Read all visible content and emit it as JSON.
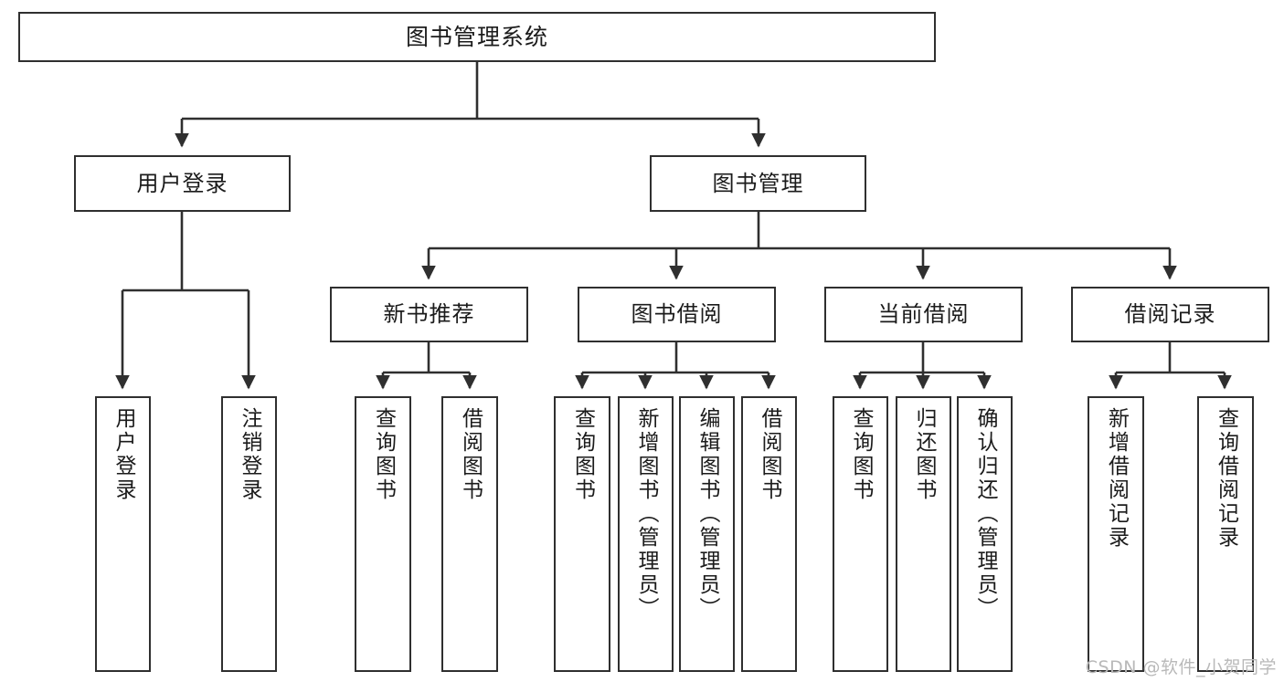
{
  "diagram": {
    "title": "图书管理系统",
    "type": "tree-hierarchy-diagram",
    "colors": {
      "box_border": "#2f2f2f",
      "box_fill": "#ffffff",
      "edge": "#2f2f2f",
      "text": "#1b1b1b",
      "watermark": "#b9b9b9",
      "background": "#ffffff"
    }
  },
  "nodes": {
    "root": {
      "label": "图书管理系统"
    },
    "level2": [
      {
        "label": "用户登录"
      },
      {
        "label": "图书管理"
      }
    ],
    "level3": [
      {
        "label": "新书推荐"
      },
      {
        "label": "图书借阅"
      },
      {
        "label": "当前借阅"
      },
      {
        "label": "借阅记录"
      }
    ],
    "leaves": [
      {
        "label": "用户登录"
      },
      {
        "label": "注销登录"
      },
      {
        "label": "查询图书"
      },
      {
        "label": "借阅图书"
      },
      {
        "label": "查询图书"
      },
      {
        "label": "新增图书（管理员）"
      },
      {
        "label": "编辑图书（管理员）"
      },
      {
        "label": "借阅图书"
      },
      {
        "label": "查询图书"
      },
      {
        "label": "归还图书"
      },
      {
        "label": "确认归还（管理员）"
      },
      {
        "label": "新增借阅记录"
      },
      {
        "label": "查询借阅记录"
      }
    ]
  },
  "watermark": {
    "text": "CSDN @软件_小贺同学"
  }
}
